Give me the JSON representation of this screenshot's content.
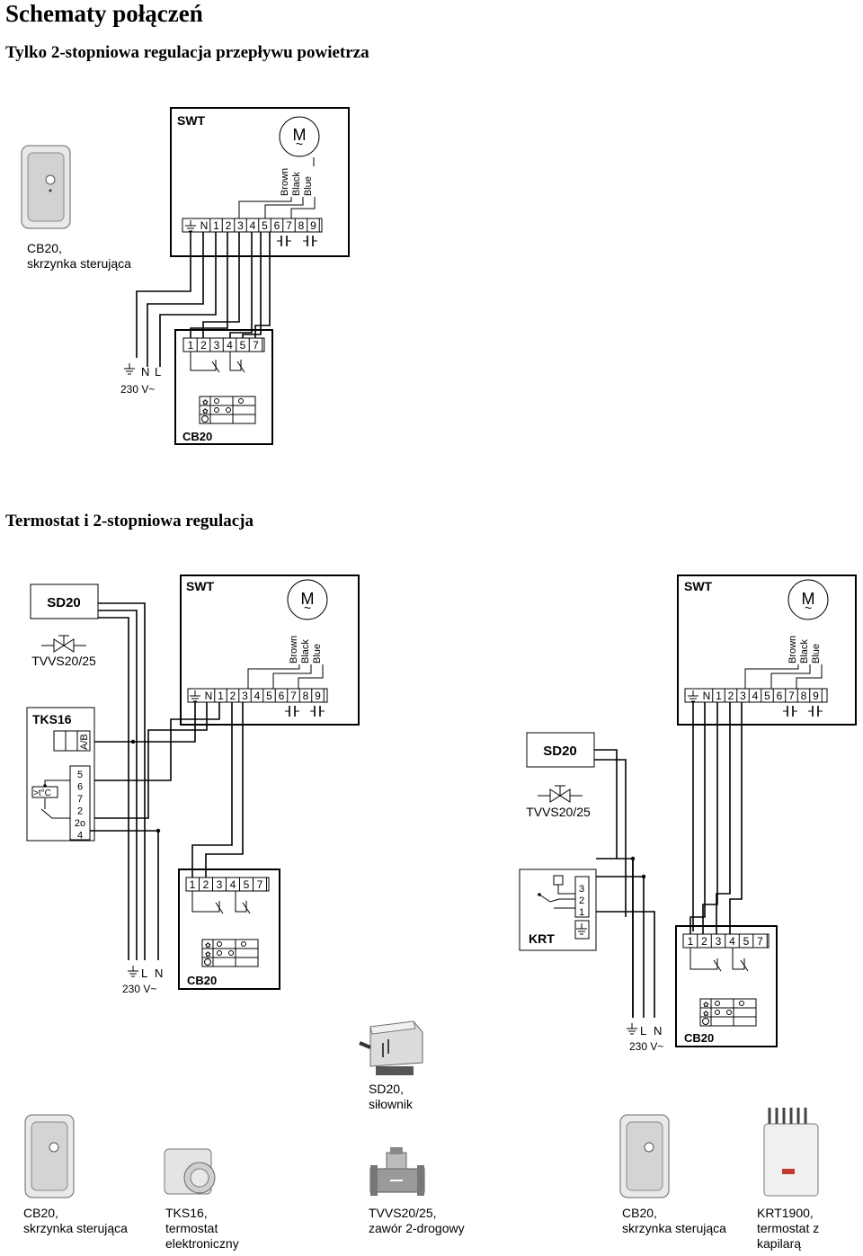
{
  "page": {
    "title": "Schematy połączeń",
    "section1_title": "Tylko 2-stopniowa regulacja przepływu powietrza",
    "section2_title": "Termostat i 2-stopniowa regulacja"
  },
  "motor": {
    "symbol": "M",
    "ac": "~",
    "wires": [
      "Brown",
      "Black",
      "Blue"
    ]
  },
  "labels": {
    "swt": "SWT",
    "cb20": "CB20",
    "sd20": "SD20",
    "tvvs": "TVVS20/25",
    "tks16": "TKS16",
    "krt": "KRT",
    "ab": "A/B",
    "temp_symbol": ">t°C",
    "voltage": "230 V~",
    "n": "N",
    "l": "L"
  },
  "terminals": {
    "swt": [
      "N",
      "1",
      "2",
      "3",
      "4",
      "5",
      "6",
      "7",
      "8",
      "9"
    ],
    "cb20": [
      "1",
      "2",
      "3",
      "4",
      "5",
      "7"
    ],
    "tks16": [
      "5",
      "6",
      "7",
      "2",
      "2o",
      "4"
    ],
    "krt": [
      "3",
      "2",
      "1"
    ]
  },
  "captions": {
    "cb20_top": [
      "CB20,",
      "skrzynka sterująca"
    ],
    "sd20_actuator": [
      "SD20,",
      "siłownik"
    ],
    "cb20_bottom_left": [
      "CB20,",
      "skrzynka sterująca"
    ],
    "tks16": [
      "TKS16,",
      "termostat",
      "elektroniczny"
    ],
    "tvvs": [
      "TVVS20/25,",
      "zawór 2-drogowy"
    ],
    "cb20_bottom_right": [
      "CB20,",
      "skrzynka sterująca"
    ],
    "krt1900": [
      "KRT1900,",
      "termostat z kapilarą"
    ]
  }
}
